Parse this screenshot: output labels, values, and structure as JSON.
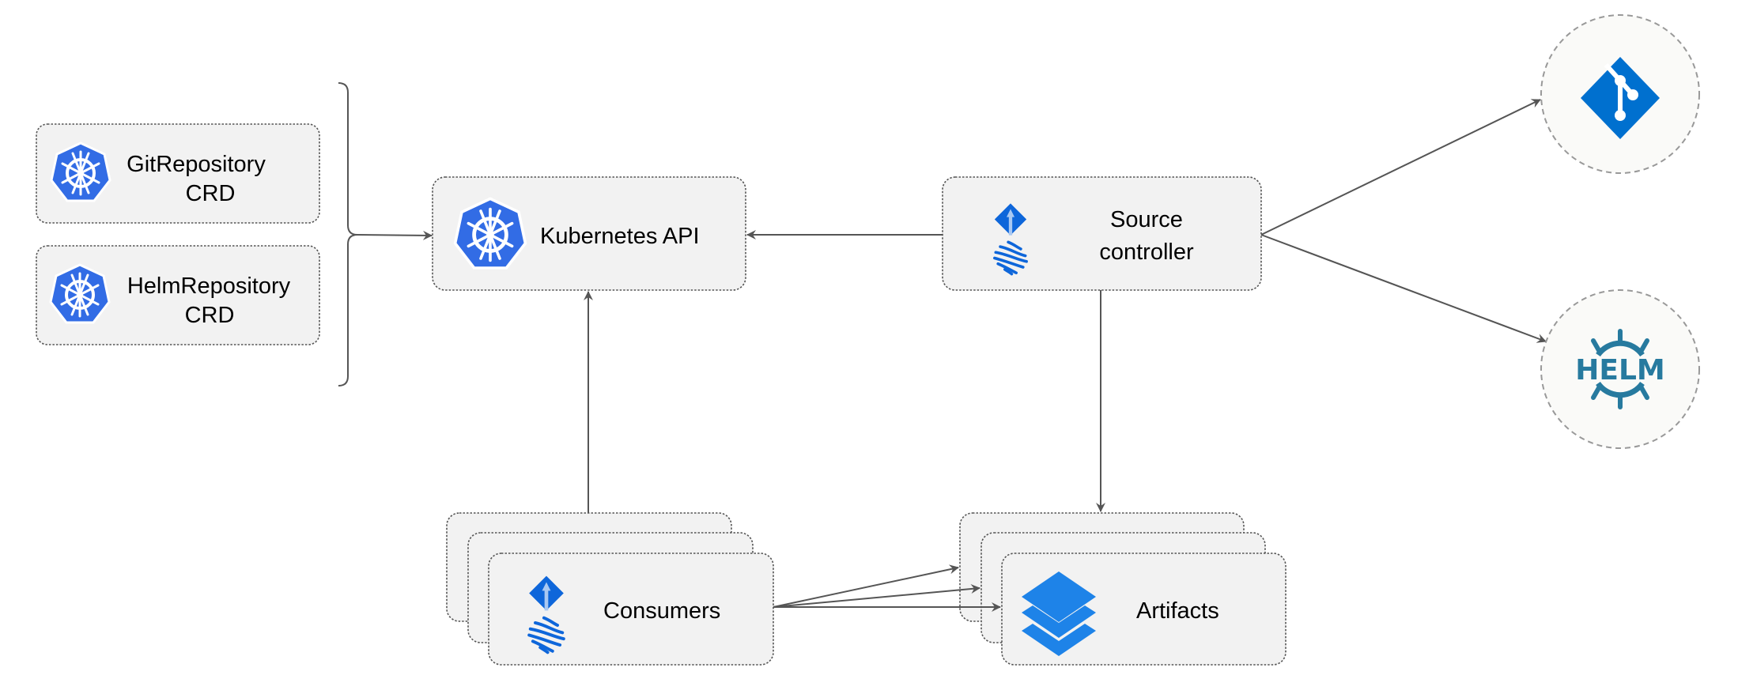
{
  "nodes": {
    "git_crd": {
      "line1": "GitRepository",
      "line2": "CRD",
      "icon": "kubernetes-icon"
    },
    "helm_crd": {
      "line1": "HelmRepository",
      "line2": "CRD",
      "icon": "kubernetes-icon"
    },
    "kube_api": {
      "label": "Kubernetes API",
      "icon": "kubernetes-icon"
    },
    "source_controller": {
      "line1": "Source",
      "line2": "controller",
      "icon": "flux-icon"
    },
    "consumers": {
      "label": "Consumers",
      "icon": "flux-icon"
    },
    "artifacts": {
      "label": "Artifacts",
      "icon": "layers-icon"
    },
    "git": {
      "icon": "git-icon"
    },
    "helm": {
      "icon": "helm-icon",
      "logo_text": "HELM"
    }
  },
  "colors": {
    "kube_blue": "#326CE5",
    "flux_blue": "#0E66DA",
    "git_blue": "#0070CF",
    "helm_teal": "#277A9F",
    "layers_blue": "#1E83E8",
    "edge": "#555555"
  }
}
